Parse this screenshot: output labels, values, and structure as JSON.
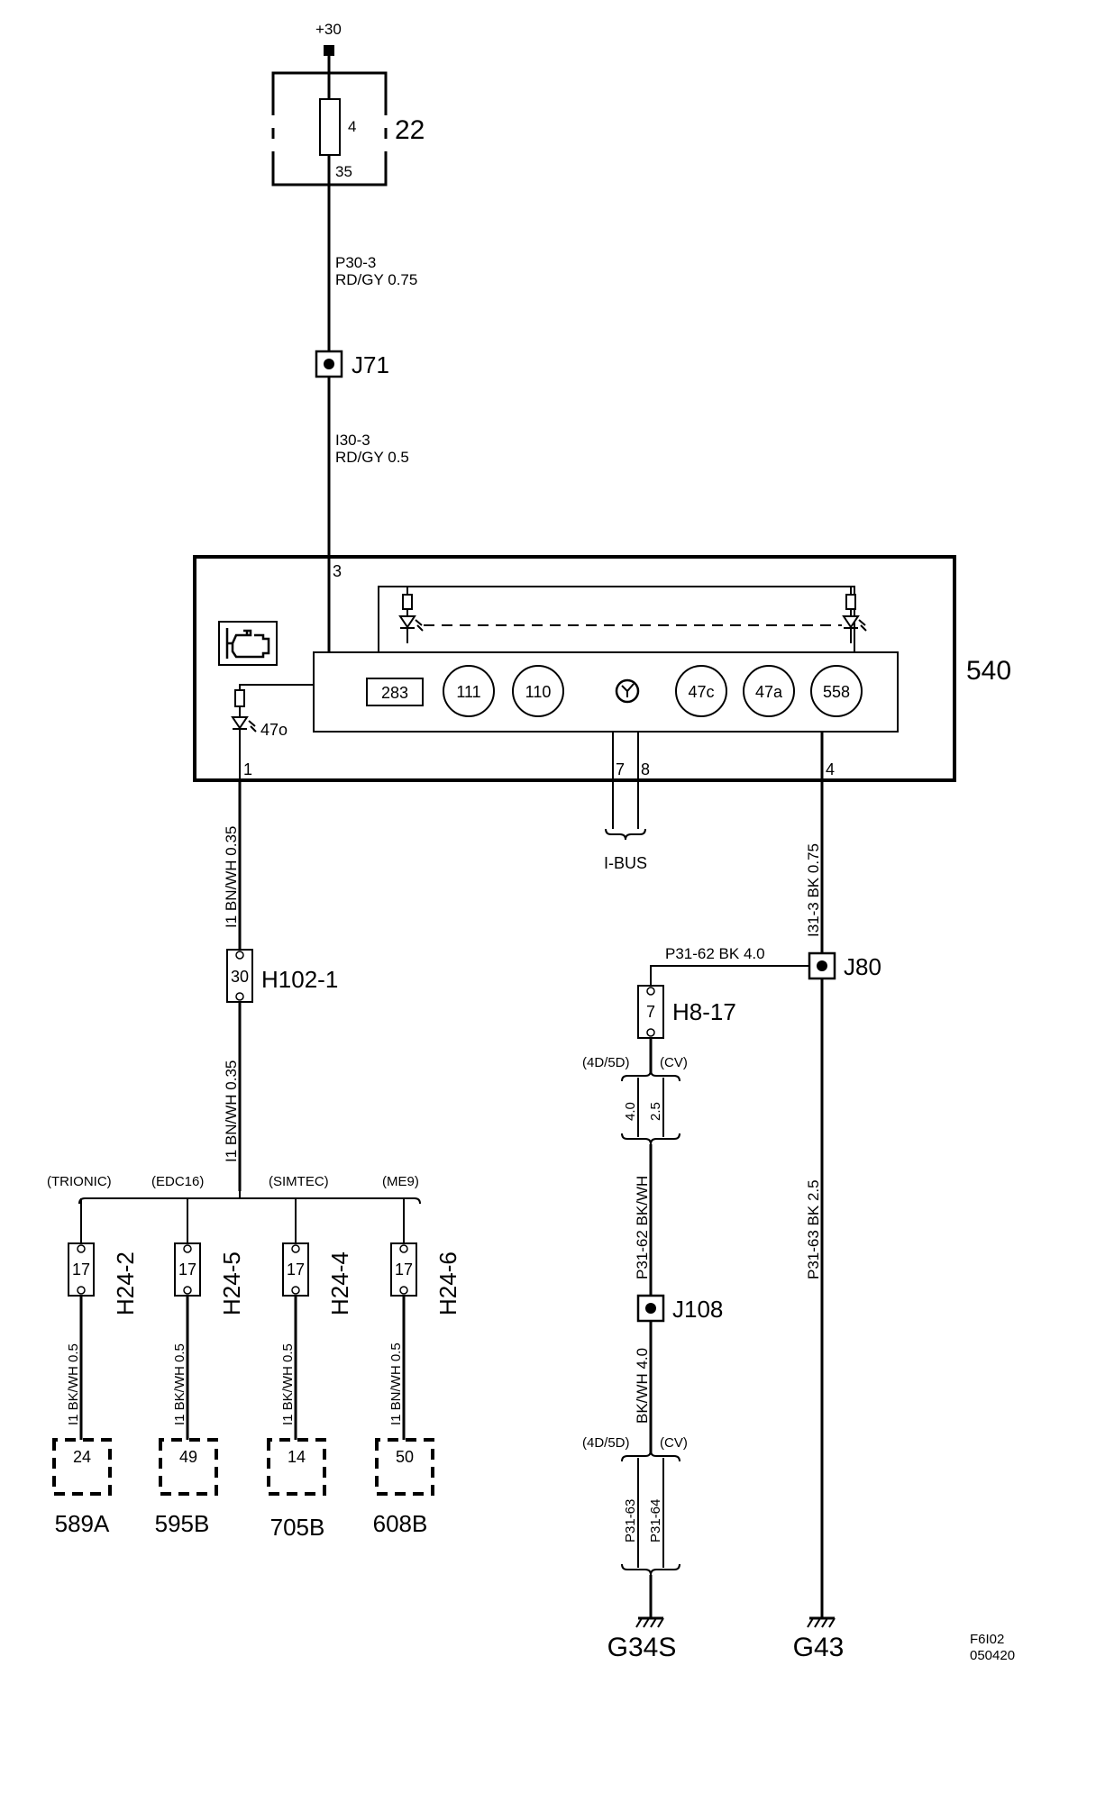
{
  "supply": "+30",
  "fuse_box": {
    "id": "22",
    "fuse": "4",
    "pin": "35"
  },
  "wire_p30": {
    "code": "P30-3",
    "spec": "RD/GY  0.75"
  },
  "junction_j71": "J71",
  "wire_i30": {
    "code": "I30-3",
    "spec": "RD/GY  0.5"
  },
  "module": {
    "id": "540",
    "pin_supply": "3",
    "pin_led": "1",
    "pin_bus_a": "7",
    "pin_bus_b": "8",
    "pin_ground": "4",
    "led_label": "47o",
    "indicators": [
      "283",
      "111",
      "110",
      "47c",
      "47a",
      "558"
    ],
    "engine_icon": "check-engine-icon",
    "bus_icon": "network-icon"
  },
  "ibus_label": "I-BUS",
  "wire_led_upper": "I1  BN/WH  0.35",
  "connector_h102": {
    "id": "H102-1",
    "pin": "30"
  },
  "wire_led_lower": "I1  BN/WH  0.35",
  "variants": [
    {
      "system": "(TRIONIC)",
      "connector": "H24-2",
      "pin": "17",
      "wire": "I1  BK/WH  0.5",
      "target_pin": "24",
      "target": "589A"
    },
    {
      "system": "(EDC16)",
      "connector": "H24-5",
      "pin": "17",
      "wire": "I1  BK/WH  0.5",
      "target_pin": "49",
      "target": "595B"
    },
    {
      "system": "(SIMTEC)",
      "connector": "H24-4",
      "pin": "17",
      "wire": "I1  BK/WH  0.5",
      "target_pin": "14",
      "target": "705B"
    },
    {
      "system": "(ME9)",
      "connector": "H24-6",
      "pin": "17",
      "wire": "I1  BN/WH  0.5",
      "target_pin": "50",
      "target": "608B"
    }
  ],
  "wire_i31": "I31-3  BK  0.75",
  "junction_j80": "J80",
  "wire_p31_62_top": "P31-62  BK     4.0",
  "connector_h8": {
    "id": "H8-17",
    "pin": "7"
  },
  "variant_upper": {
    "left": "(4D/5D)",
    "right": "(CV)",
    "size_left": "4.0",
    "size_right": "2.5"
  },
  "wire_p31_62_mid": "P31-62 BK/WH",
  "junction_j108": "J108",
  "wire_bkwh": "BK/WH 4.0",
  "variant_lower": {
    "left": "(4D/5D)",
    "right": "(CV)",
    "wire_left": "P31-63",
    "wire_right": "P31-64"
  },
  "wire_p31_63": "P31-63  BK  2.5",
  "grounds": {
    "left": "G34S",
    "right": "G43"
  },
  "figure_id": "F6I02",
  "figure_date": "050420"
}
